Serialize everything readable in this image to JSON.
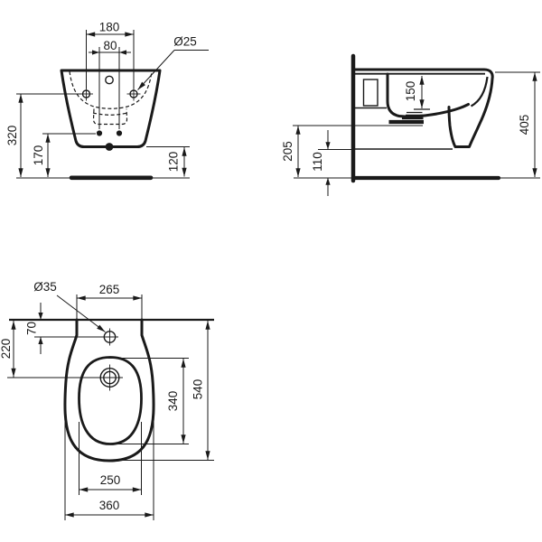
{
  "colors": {
    "ink": "#1a1a1a",
    "background": "#ffffff"
  },
  "views": {
    "front": {
      "dim_mount_spacing": "180",
      "dim_drain_spacing": "80",
      "dim_mount_hole_dia": "Ø25",
      "dim_height_holes": "320",
      "dim_height_drain": "170",
      "dim_height_bottom": "120"
    },
    "side": {
      "dim_basin_depth": "150",
      "dim_total_height": "405",
      "dim_outlet_height": "205",
      "dim_underside_height": "110"
    },
    "plan": {
      "dim_tap_hole_dia": "Ø35",
      "dim_rear_width": "265",
      "dim_tap_offset": "70",
      "dim_drain_offset": "220",
      "dim_total_length": "540",
      "dim_basin_length": "340",
      "dim_basin_width": "250",
      "dim_total_width": "360"
    }
  }
}
